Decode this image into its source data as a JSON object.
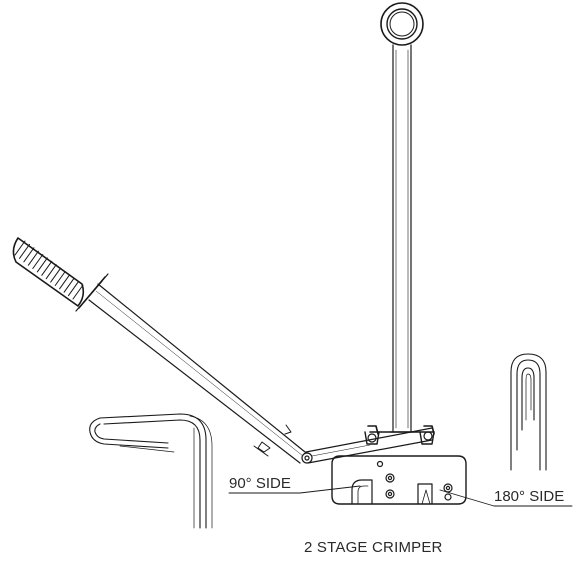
{
  "labels": {
    "side_90": "90° SIDE",
    "side_180": "180° SIDE"
  },
  "caption": "2 STAGE CRIMPER",
  "colors": {
    "line": "#1a1a1a",
    "background": "#ffffff"
  }
}
